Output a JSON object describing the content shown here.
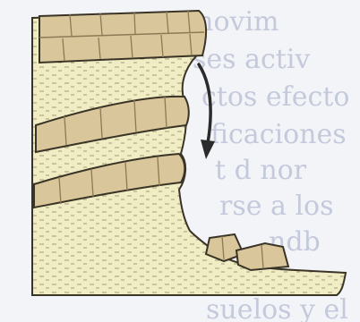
{
  "background_text_lines": [
    "movim",
    "ses activ",
    "ctos efecto",
    "ficaciones",
    "t d nor",
    "rse a los",
    "ndb",
    "suelos y el"
  ],
  "colors": {
    "paper": "#f3f4f8",
    "limestone": "#d9c79b",
    "limestone_line": "#8c7a55",
    "shale": "#f0ecc4",
    "shale_dots": "#a39c76",
    "outline": "#3a3427",
    "arrow": "#2b2b2b"
  }
}
